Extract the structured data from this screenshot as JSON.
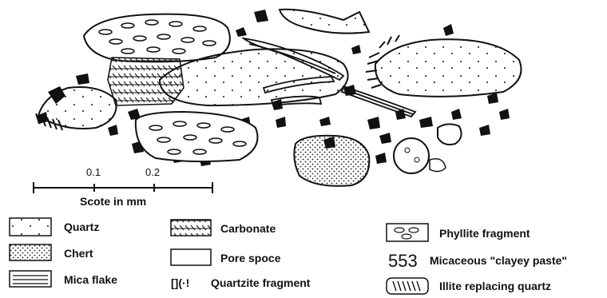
{
  "scale": {
    "tick_1": "0.1",
    "tick_2": "0.2",
    "caption": "Scote in mm"
  },
  "legend": {
    "quartz": "Quartz",
    "chert": "Chert",
    "mica_flake": "Mica flake",
    "carbonate": "Carbonate",
    "pore_space": "Pore spoce",
    "quartzite_symbol": "[](·!",
    "quartzite": "Quartzite fragment",
    "phyllite": "Phyllite fragment",
    "micaceous_symbol": "553",
    "micaceous": "Micaceous \"clayey paste\"",
    "illite": "Illite replacing quartz"
  }
}
